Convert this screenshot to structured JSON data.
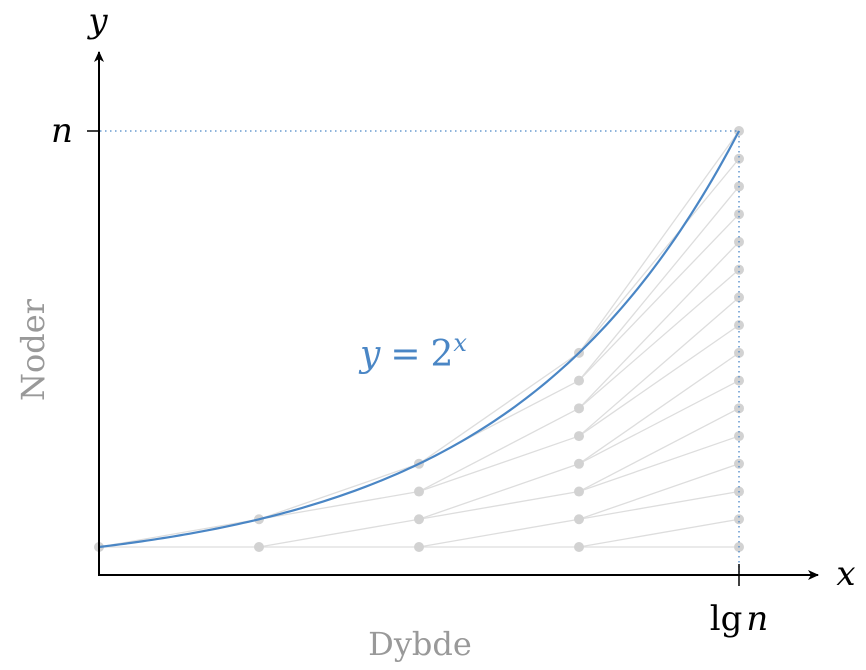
{
  "axes": {
    "x_label": "x",
    "y_label": "y",
    "x_tick_label_fn": "lg",
    "x_tick_label_var": "n",
    "y_tick_label": "n",
    "x_caption": "Dybde",
    "y_caption": "Noder"
  },
  "curve": {
    "label_lhs": "y",
    "label_eq": "=",
    "label_base": "2",
    "label_exp": "x",
    "color": "#4a86c5"
  },
  "colors": {
    "axis": "#000000",
    "caption": "#999999",
    "tree": "#dddddd",
    "node": "#d2d2d2",
    "guide": "#4a86c5"
  },
  "tree": {
    "levels": 5,
    "base": 2
  }
}
